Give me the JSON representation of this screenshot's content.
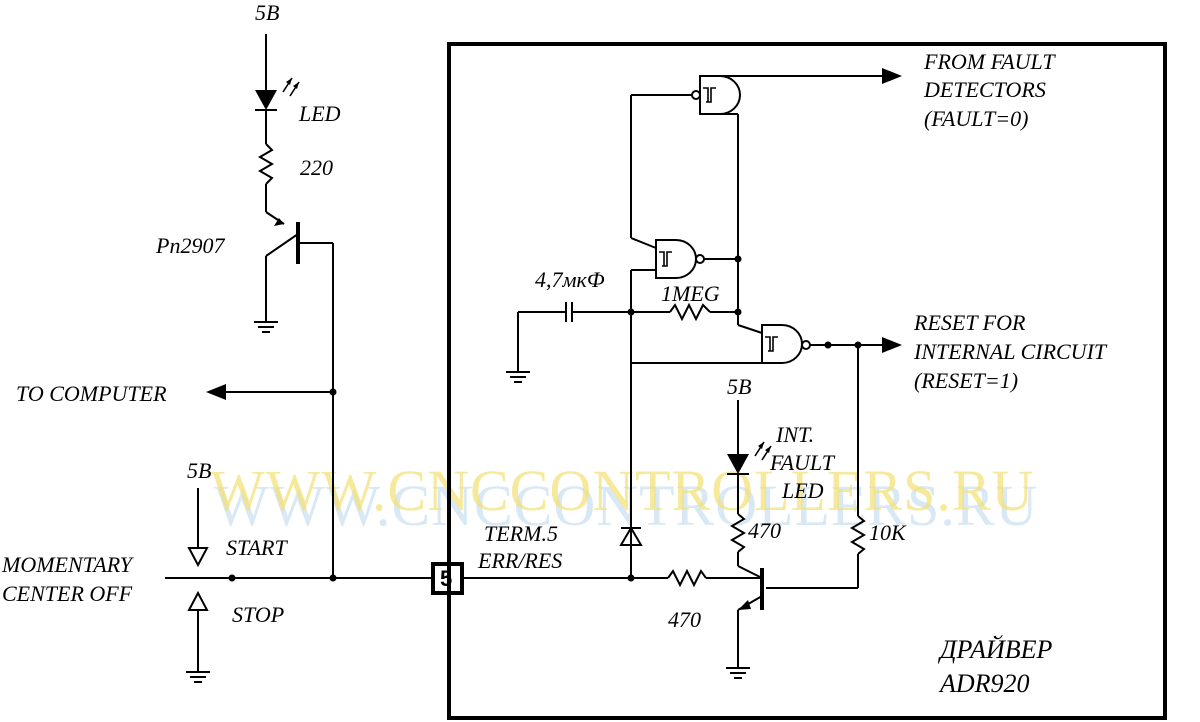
{
  "labels": {
    "supply_top": "5B",
    "led": "LED",
    "r220": "220",
    "transistor": "Pn2907",
    "to_computer": "TO COMPUTER",
    "supply_switch": "5B",
    "start": "START",
    "stop": "STOP",
    "momentary_1": "MOMENTARY",
    "momentary_2": "CENTER OFF",
    "terminal_num": "5",
    "term_1": "TERM.5",
    "term_2": "ERR/RES",
    "r470_bottom": "470",
    "from_fault_1": "FROM FAULT",
    "from_fault_2": "DETECTORS",
    "from_fault_3": "(FAULT=0)",
    "cap": "4,7мкФ",
    "r1meg": "1MEG",
    "reset_1": "RESET FOR",
    "reset_2": "INTERNAL CIRCUIT",
    "reset_3": "(RESET=1)",
    "supply_int": "5B",
    "int_led_1": "INT.",
    "int_led_2": "FAULT",
    "int_led_3": "LED",
    "r470_mid": "470",
    "r10k": "10K",
    "driver_1": "ДРАЙВЕР",
    "driver_2": "ADR920",
    "watermark": "WWW.CNCCONTROLLERS.RU"
  },
  "colors": {
    "wire": "#000000",
    "watermark_yellow": "#f3e27a",
    "watermark_blue": "#cfe3f3"
  }
}
